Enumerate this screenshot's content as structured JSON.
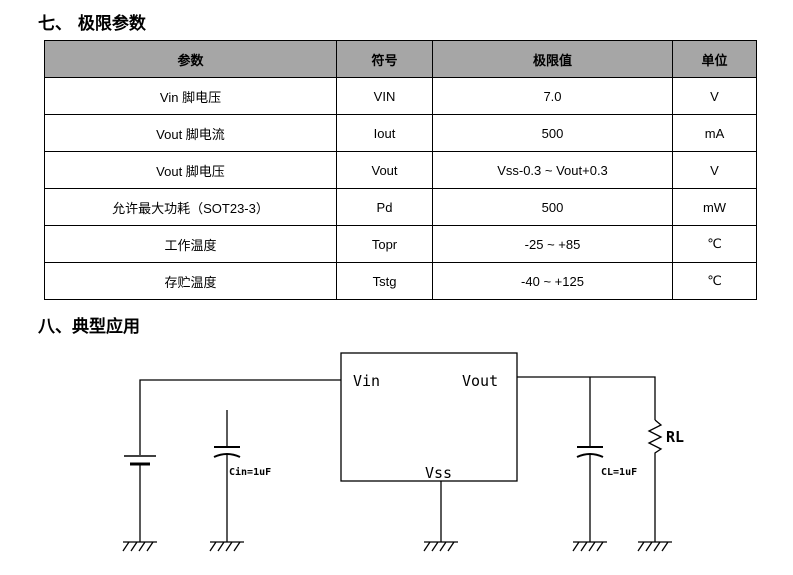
{
  "section7": {
    "title": "七、 极限参数"
  },
  "table": {
    "headers": [
      "参数",
      "符号",
      "极限值",
      "单位"
    ],
    "rows": [
      [
        "Vin 脚电压",
        "VIN",
        "7.0",
        "V"
      ],
      [
        "Vout 脚电流",
        "Iout",
        "500",
        "mA"
      ],
      [
        "Vout 脚电压",
        "Vout",
        "Vss-0.3 ~ Vout+0.3",
        "V"
      ],
      [
        "允许最大功耗（SOT23-3）",
        "Pd",
        "500",
        "mW"
      ],
      [
        "工作温度",
        "Topr",
        "-25 ~ +85",
        "℃"
      ],
      [
        "存贮温度",
        "Tstg",
        "-40 ~ +125",
        "℃"
      ]
    ]
  },
  "section8": {
    "title": "八、典型应用"
  },
  "circuit": {
    "vin_label": "Vin",
    "vout_label": "Vout",
    "vss_label": "Vss",
    "cin_label": "Cin=1uF",
    "cl_label": "CL=1uF",
    "rl_label": "RL"
  }
}
